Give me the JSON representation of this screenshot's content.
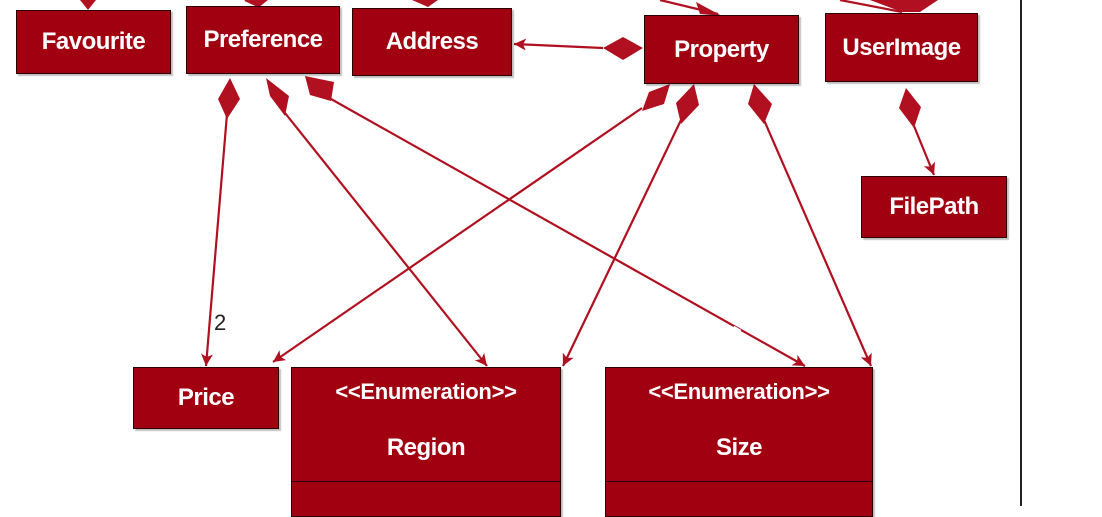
{
  "classes": {
    "favourite": "Favourite",
    "preference": "Preference",
    "address": "Address",
    "property": "Property",
    "user_image": "UserImage",
    "file_path": "FilePath",
    "price": "Price"
  },
  "enumerations": {
    "region": {
      "stereotype": "<<Enumeration>>",
      "name": "Region"
    },
    "size": {
      "stereotype": "<<Enumeration>>",
      "name": "Size"
    }
  },
  "multiplicities": {
    "preference_price": "2"
  },
  "colors": {
    "class_fill": "#a00010",
    "edge": "#b01020",
    "text": "#ffffff"
  }
}
